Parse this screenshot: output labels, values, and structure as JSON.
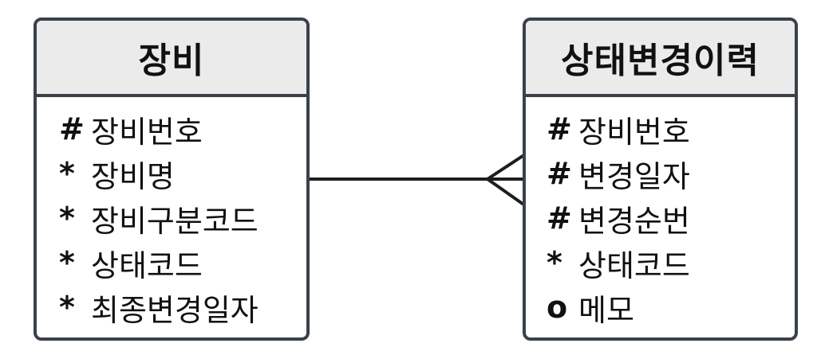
{
  "entities": [
    {
      "title": "장비",
      "attributes": [
        {
          "symbol": "#",
          "name": "장비번호"
        },
        {
          "symbol": "*",
          "name": "장비명"
        },
        {
          "symbol": "*",
          "name": "장비구분코드"
        },
        {
          "symbol": "*",
          "name": "상태코드"
        },
        {
          "symbol": "*",
          "name": "최종변경일자"
        }
      ]
    },
    {
      "title": "상태변경이력",
      "attributes": [
        {
          "symbol": "#",
          "name": "장비번호"
        },
        {
          "symbol": "#",
          "name": "변경일자"
        },
        {
          "symbol": "#",
          "name": "변경순번"
        },
        {
          "symbol": "*",
          "name": "상태코드"
        },
        {
          "symbol": "o",
          "name": "메모"
        }
      ]
    }
  ],
  "relationship": {
    "from": "장비",
    "to": "상태변경이력",
    "cardinality_to": "many"
  }
}
